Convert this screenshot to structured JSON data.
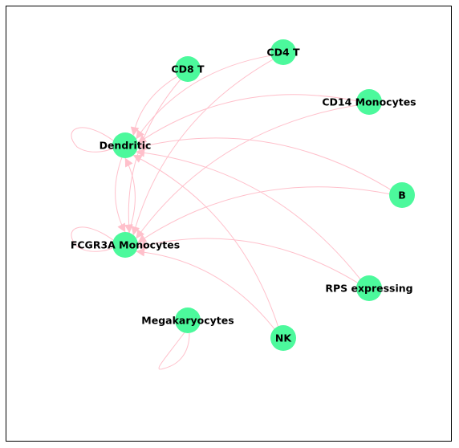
{
  "graph": {
    "node_color": "#4cf99c",
    "edge_color": "#ffc0cb",
    "nodes": [
      {
        "id": "cd4t",
        "label": "CD4 T"
      },
      {
        "id": "cd8t",
        "label": "CD8 T"
      },
      {
        "id": "cd14",
        "label": "CD14 Monocytes"
      },
      {
        "id": "dendritic",
        "label": "Dendritic"
      },
      {
        "id": "b",
        "label": "B"
      },
      {
        "id": "fcgr3a",
        "label": "FCGR3A Monocytes"
      },
      {
        "id": "rps",
        "label": "RPS expressing"
      },
      {
        "id": "mega",
        "label": "Megakaryocytes"
      },
      {
        "id": "nk",
        "label": "NK"
      }
    ],
    "edges": [
      {
        "source": "cd4t",
        "target": "dendritic"
      },
      {
        "source": "cd4t",
        "target": "fcgr3a"
      },
      {
        "source": "cd8t",
        "target": "dendritic"
      },
      {
        "source": "cd8t",
        "target": "fcgr3a"
      },
      {
        "source": "cd14",
        "target": "dendritic"
      },
      {
        "source": "cd14",
        "target": "fcgr3a"
      },
      {
        "source": "b",
        "target": "dendritic"
      },
      {
        "source": "b",
        "target": "fcgr3a"
      },
      {
        "source": "rps",
        "target": "dendritic"
      },
      {
        "source": "rps",
        "target": "fcgr3a"
      },
      {
        "source": "nk",
        "target": "dendritic"
      },
      {
        "source": "nk",
        "target": "fcgr3a"
      },
      {
        "source": "dendritic",
        "target": "fcgr3a"
      },
      {
        "source": "fcgr3a",
        "target": "dendritic"
      },
      {
        "source": "dendritic",
        "target": "dendritic"
      },
      {
        "source": "fcgr3a",
        "target": "fcgr3a"
      },
      {
        "source": "mega",
        "target": "mega"
      }
    ]
  }
}
